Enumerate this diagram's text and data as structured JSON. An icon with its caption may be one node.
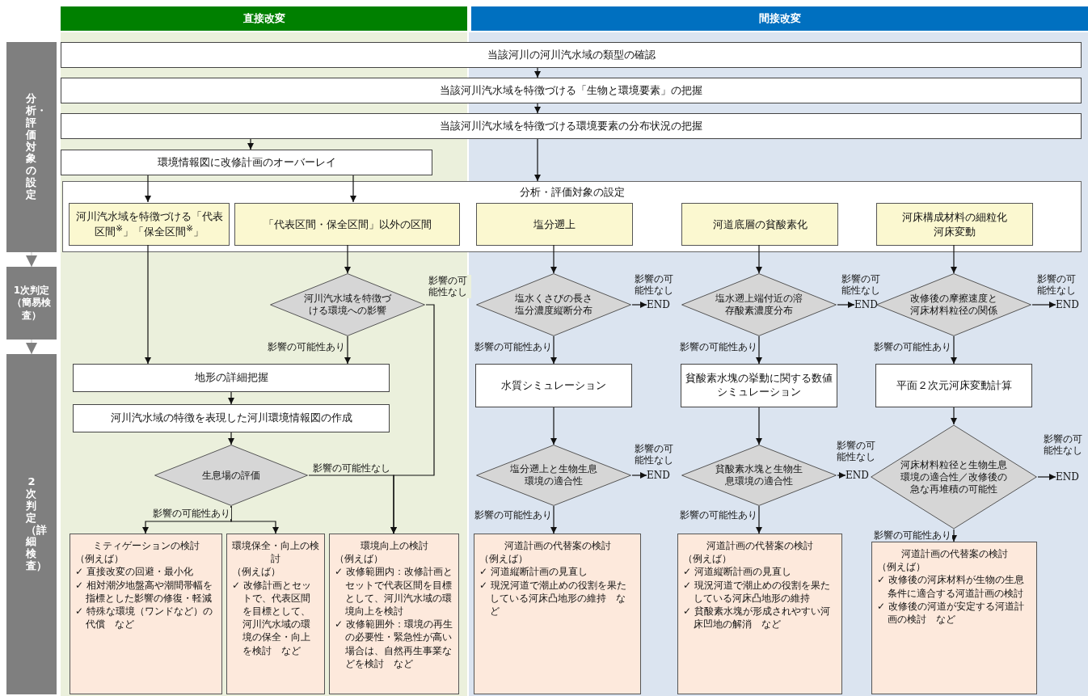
{
  "diagram": {
    "nodes": [
      {
        "text": [
          "直接改変"
        ]
      },
      {
        "text": [
          "間接改変"
        ]
      },
      {
        "text": [
          "分析・評価対象の設定"
        ]
      },
      {
        "text": [
          "1次判定（簡易検査）"
        ]
      },
      {
        "text": [
          "2次判定（詳細検査）"
        ]
      },
      {
        "text": [
          "当該河川の河川汽水域の類型の確認"
        ]
      },
      {
        "text": [
          "当該河川汽水域を特徴づける「生物と環境要素」の把握"
        ]
      },
      {
        "text": [
          "当該河川汽水域を特徴づける環境要素の分布状況の把握"
        ]
      },
      {
        "text": [
          "環境情報図に改修計画のオーバーレイ"
        ]
      },
      {
        "text": [
          "分析・評価対象の設定"
        ]
      },
      {
        "text": [
          "河川汽水域を特徴づける「代表区間$^{※}$」「保全区間$^{※}$」"
        ],
        "in": 9
      },
      {
        "text": [
          "「代表区間・保全区間」以外の区間"
        ],
        "in": 9
      },
      {
        "text": [
          "塩分遡上"
        ],
        "in": 9
      },
      {
        "text": [
          "河道底層の貧酸素化"
        ],
        "in": 9
      },
      {
        "text": [
          "河床構成材料の細粒化",
          "河床変動"
        ],
        "in": 9
      },
      {
        "text": [
          "河川汽水域を特徴づける環境への影響"
        ]
      },
      {
        "text": [
          "塩水くさびの長さ",
          "塩分濃度縦断分布"
        ]
      },
      {
        "text": [
          "END"
        ]
      },
      {
        "text": [
          "塩水遡上端付近の溶存酸素濃度分布"
        ]
      },
      {
        "text": [
          "END"
        ]
      },
      {
        "text": [
          "改修後の摩擦速度と河床材料粒径の関係"
        ]
      },
      {
        "text": [
          "END"
        ]
      },
      {
        "text": [
          "地形の詳細把握"
        ]
      },
      {
        "text": [
          "水質シミュレーション"
        ]
      },
      {
        "text": [
          "貧酸素水塊の挙動に関する数値シミュレーション"
        ]
      },
      {
        "text": [
          "平面２次元河床変動計算"
        ]
      },
      {
        "text": [
          "河川汽水域の特徴を表現した河川環境情報図の作成"
        ]
      },
      {
        "text": [
          "生息場の評価"
        ]
      },
      {
        "text": [
          "塩分遡上と生物生息環境の適合性"
        ]
      },
      {
        "text": [
          "END"
        ]
      },
      {
        "text": [
          "貧酸素水塊と生物生息環境の適合性"
        ]
      },
      {
        "text": [
          "END"
        ]
      },
      {
        "text": [
          "河床材料粒径と生物生息環境の適合性／改修後の急な再堆積の可能性"
        ]
      },
      {
        "text": [
          "END"
        ]
      },
      {
        "text": [
          "ミティゲーションの検討",
          "（例えば）",
          "✓ 直接改変の回避・最小化",
          "✓ 相対潮汐地盤高や潮間帯幅を指標とした影響の修復・軽減",
          "✓ 特殊な環境（ワンドなど）の代償　など"
        ]
      },
      {
        "text": [
          "環境保全・向上の検討",
          "（例えば）",
          "✓ 改修計画とセットで、代表区間を目標として、河川汽水域の環境の保全・向上を検討　など"
        ]
      },
      {
        "text": [
          "環境向上の検討",
          "（例えば）",
          "✓ 改修範囲内：改修計画とセットで代表区間を目標として、河川汽水域の環境向上を検討",
          "✓ 改修範囲外：環境の再生の必要性・緊急性が高い場合は、自然再生事業などを検討　など"
        ]
      },
      {
        "text": [
          "河道計画の代替案の検討",
          "（例えば）",
          "✓ 河道縦断計画の見直し",
          "✓ 現況河道で潮止めの役割を果たしている河床凸地形の維持　など"
        ]
      },
      {
        "text": [
          "河道計画の代替案の検討",
          "（例えば）",
          "✓ 河道縦断計画の見直し",
          "✓ 現況河道で潮止めの役割を果たしている河床凸地形の維持",
          "✓ 貧酸素水塊が形成されやすい河床凹地の解消　など"
        ]
      },
      {
        "text": [
          "河道計画の代替案の検討",
          "（例えば）",
          "✓ 改修後の河床材料が生物の生息条件に適合する河道計画の検討",
          "✓ 改修後の河道が安定する河道計画の検討　など"
        ]
      }
    ],
    "edges": [
      {
        "from": 2,
        "to": 3,
        "arrow": "to",
        "color": "#7f7f7f"
      },
      {
        "from": 3,
        "to": 4,
        "arrow": "to",
        "color": "#7f7f7f"
      },
      {
        "from": 5,
        "to": 6,
        "arrow": "to"
      },
      {
        "from": 6,
        "to": 7,
        "arrow": "to"
      },
      {
        "from": 7,
        "to": 8,
        "arrow": "to"
      },
      {
        "from": 7,
        "to": 9,
        "arrow": "to"
      },
      {
        "from": 8,
        "to": 10,
        "arrow": "to"
      },
      {
        "from": 8,
        "to": 11,
        "arrow": "to"
      },
      {
        "from": 10,
        "to": 22,
        "arrow": "to"
      },
      {
        "from": 11,
        "to": 15,
        "arrow": "to"
      },
      {
        "from": 15,
        "to": 22,
        "arrow": "to",
        "label": "影響の可能性あり"
      },
      {
        "from": 15,
        "to": 36,
        "arrow": "to",
        "label": "影響の可能性なし"
      },
      {
        "from": 12,
        "to": 16,
        "arrow": "to"
      },
      {
        "from": 16,
        "to": 17,
        "arrow": "to",
        "label": "影響の可能性なし"
      },
      {
        "from": 16,
        "to": 23,
        "arrow": "to",
        "label": "影響の可能性あり"
      },
      {
        "from": 13,
        "to": 18,
        "arrow": "to"
      },
      {
        "from": 18,
        "to": 19,
        "arrow": "to",
        "label": "影響の可能性なし"
      },
      {
        "from": 18,
        "to": 24,
        "arrow": "to",
        "label": "影響の可能性あり"
      },
      {
        "from": 14,
        "to": 20,
        "arrow": "to"
      },
      {
        "from": 20,
        "to": 21,
        "arrow": "to",
        "label": "影響の可能性なし"
      },
      {
        "from": 20,
        "to": 25,
        "arrow": "to",
        "label": "影響の可能性あり"
      },
      {
        "from": 22,
        "to": 26,
        "arrow": "to"
      },
      {
        "from": 26,
        "to": 27,
        "arrow": "to"
      },
      {
        "from": 27,
        "to": 34,
        "arrow": "to",
        "label": "影響の可能性あり"
      },
      {
        "from": 27,
        "to": 35,
        "arrow": "to"
      },
      {
        "from": 27,
        "to": 36,
        "arrow": "to",
        "label": "影響の可能性なし"
      },
      {
        "from": 23,
        "to": 28,
        "arrow": "to"
      },
      {
        "from": 28,
        "to": 29,
        "arrow": "to",
        "label": "影響の可能性なし"
      },
      {
        "from": 28,
        "to": 37,
        "arrow": "to",
        "label": "影響の可能性あり"
      },
      {
        "from": 24,
        "to": 30,
        "arrow": "to"
      },
      {
        "from": 30,
        "to": 31,
        "arrow": "to",
        "label": "影響の可能性なし"
      },
      {
        "from": 30,
        "to": 38,
        "arrow": "to",
        "label": "影響の可能性あり"
      },
      {
        "from": 25,
        "to": 32,
        "arrow": "to"
      },
      {
        "from": 32,
        "to": 33,
        "arrow": "to",
        "label": "影響の可能性なし"
      },
      {
        "from": 32,
        "to": 39,
        "arrow": "to",
        "label": "影響の可能性あり"
      }
    ]
  }
}
